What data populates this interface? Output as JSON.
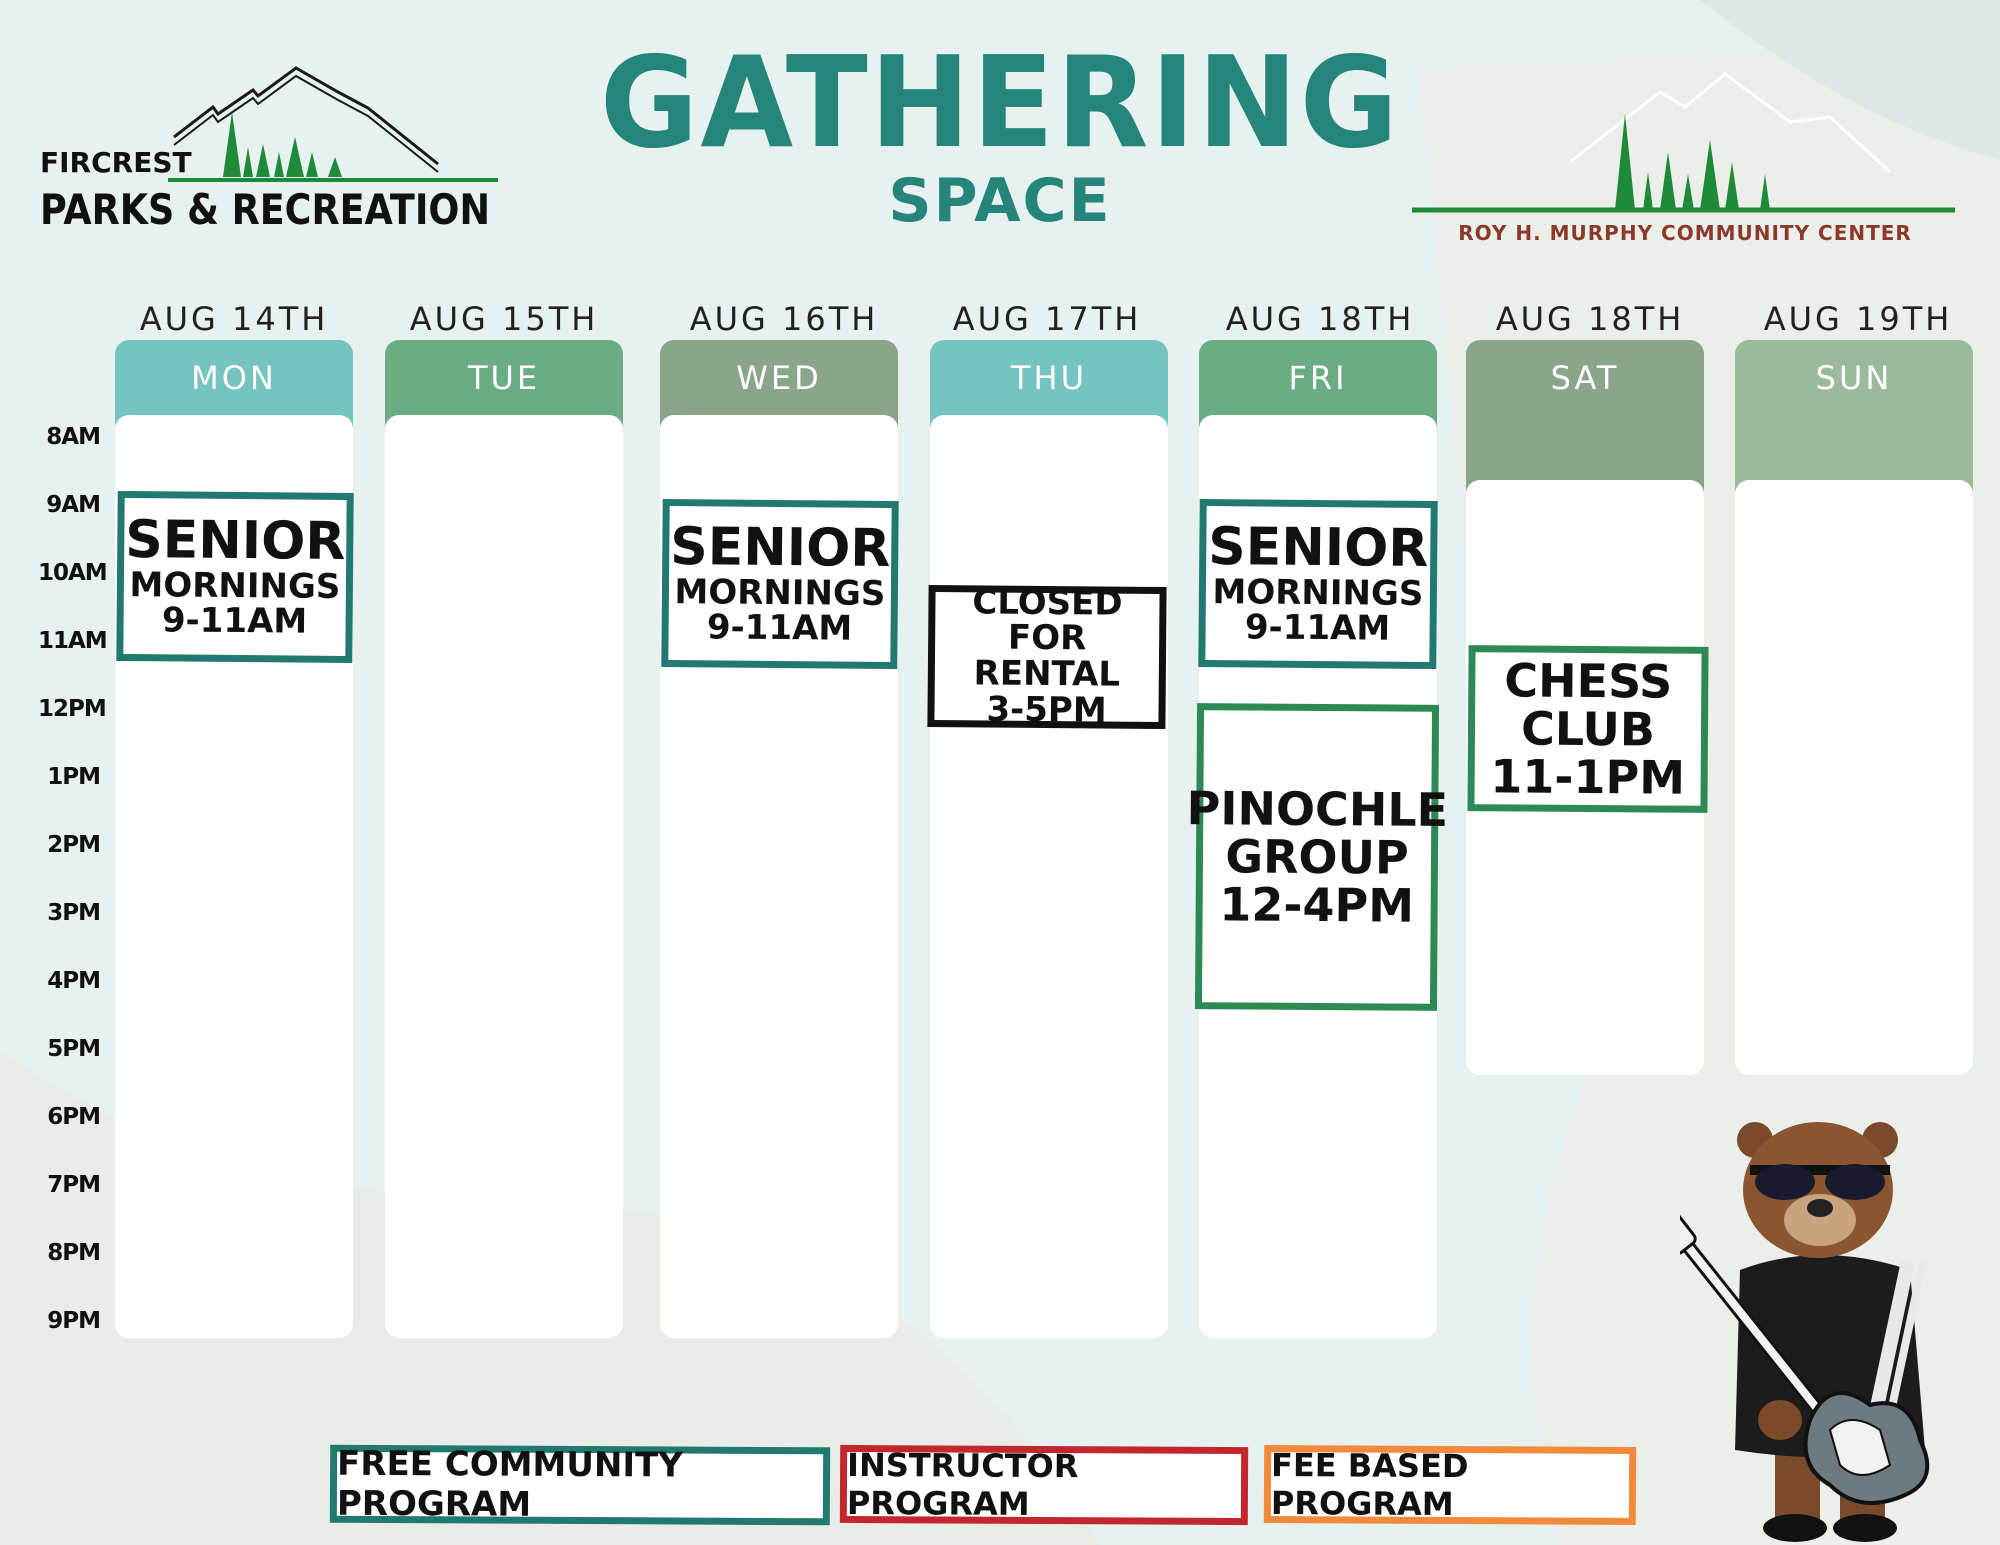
{
  "header": {
    "title": "GATHERING",
    "subtitle": "SPACE",
    "left_logo": {
      "small": "FIRCREST",
      "big": "PARKS & RECREATION"
    },
    "right_logo": {
      "text": "ROY H. MURPHY COMMUNITY CENTER"
    }
  },
  "days": [
    {
      "date": "AUG 14TH",
      "name": "MON",
      "color": "#76c4c0"
    },
    {
      "date": "AUG 15TH",
      "name": "TUE",
      "color": "#6aad85"
    },
    {
      "date": "AUG 16TH",
      "name": "WED",
      "color": "#8aa58a"
    },
    {
      "date": "AUG 17TH",
      "name": "THU",
      "color": "#76c4c0"
    },
    {
      "date": "AUG 18TH",
      "name": "FRI",
      "color": "#6aad85"
    },
    {
      "date": "AUG 18TH",
      "name": "SAT",
      "color": "#8aa58a"
    },
    {
      "date": "AUG 19TH",
      "name": "SUN",
      "color": "#9bb99b"
    }
  ],
  "times": [
    "8AM",
    "9AM",
    "10AM",
    "11AM",
    "12PM",
    "1PM",
    "2PM",
    "3PM",
    "4PM",
    "5PM",
    "6PM",
    "7PM",
    "8PM",
    "9PM"
  ],
  "events": [
    {
      "day": "MON",
      "l1": "SENIOR",
      "l2": "MORNINGS",
      "l3": "9-11AM"
    },
    {
      "day": "WED",
      "l1": "SENIOR",
      "l2": "MORNINGS",
      "l3": "9-11AM"
    },
    {
      "day": "THU",
      "l1": "CLOSED FOR",
      "l2": "RENTAL",
      "l3": "3-5PM"
    },
    {
      "day": "FRI",
      "l1": "SENIOR",
      "l2": "MORNINGS",
      "l3": "9-11AM"
    },
    {
      "day": "FRI",
      "l1": "PINOCHLE",
      "l2": "GROUP",
      "l3": "12-4PM"
    },
    {
      "day": "SAT",
      "l1": "CHESS",
      "l2": "CLUB",
      "l3": "11-1PM"
    }
  ],
  "legend": [
    {
      "label": "FREE COMMUNITY PROGRAM",
      "color": "#21796f"
    },
    {
      "label": "INSTRUCTOR PROGRAM",
      "color": "#c2272d"
    },
    {
      "label": "FEE BASED PROGRAM",
      "color": "#f28a3c"
    }
  ],
  "icons": {
    "mountain": "mountain-icon",
    "tree": "pine-tree-icon",
    "mascot": "bear-guitar-icon"
  }
}
